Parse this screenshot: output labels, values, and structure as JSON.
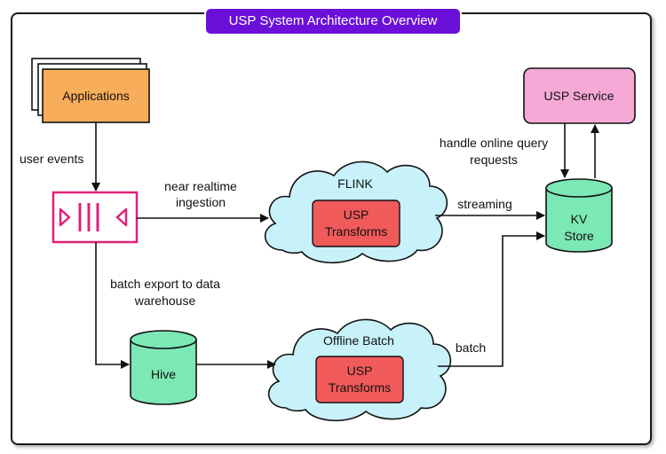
{
  "title": "USP System Architecture Overview",
  "nodes": {
    "applications": "Applications",
    "usp_service": "USP Service",
    "flink": "FLINK",
    "flink_transforms": [
      "USP",
      "Transforms"
    ],
    "offline_batch": "Offline Batch",
    "batch_transforms": [
      "USP",
      "Transforms"
    ],
    "kv_store": [
      "KV",
      "Store"
    ],
    "hive": "Hive"
  },
  "edges": {
    "user_events": "user events",
    "near_realtime": [
      "near realtime",
      "ingestion"
    ],
    "batch_export": [
      "batch export to data",
      "warehouse"
    ],
    "streaming": "streaming",
    "batch": "batch",
    "handle_query": [
      "handle online query",
      "requests"
    ]
  },
  "colors": {
    "title_bg": "#6a10d8",
    "applications": "#f8ad5a",
    "usp_service": "#f6a8d6",
    "transforms": "#f05a5a",
    "store": "#7ce8b4",
    "cloud": "#c8f2fa",
    "kafka_icon": "#e0207a"
  }
}
